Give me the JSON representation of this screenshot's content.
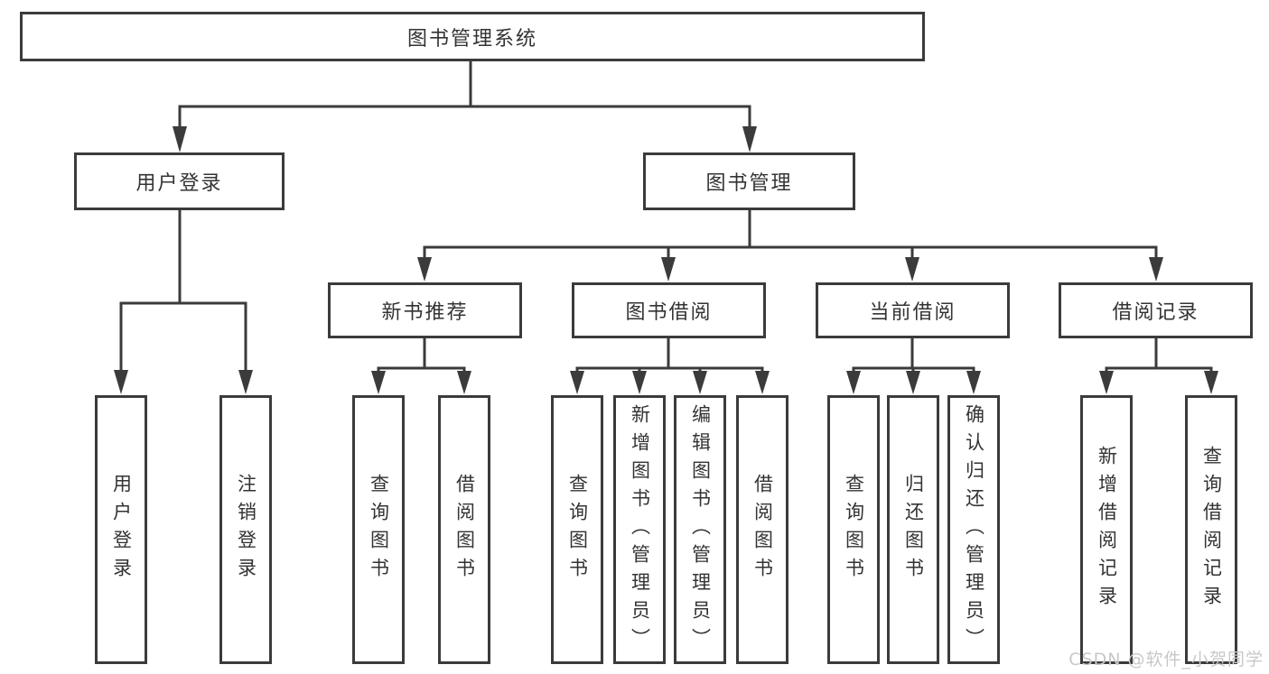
{
  "tree": {
    "root": "图书管理系统",
    "children": [
      {
        "label": "用户登录",
        "children": [
          "用户登录",
          "注销登录"
        ]
      },
      {
        "label": "图书管理",
        "children": [
          {
            "label": "新书推荐",
            "children": [
              "查询图书",
              "借阅图书"
            ]
          },
          {
            "label": "图书借阅",
            "children": [
              "查询图书",
              "新增图书（管理员）",
              "编辑图书（管理员）",
              "借阅图书"
            ]
          },
          {
            "label": "当前借阅",
            "children": [
              "查询图书",
              "归还图书",
              "确认归还（管理员）"
            ]
          },
          {
            "label": "借阅记录",
            "children": [
              "新增借阅记录",
              "查询借阅记录"
            ]
          }
        ]
      }
    ]
  },
  "colors": {
    "line": "#3b3b3b",
    "box_border": "#3b3b3b",
    "box_fill": "#ffffff",
    "text": "#333333",
    "watermark": "#c8c8c8"
  },
  "watermark": {
    "text": "CSDN @软件_小贺同学"
  }
}
